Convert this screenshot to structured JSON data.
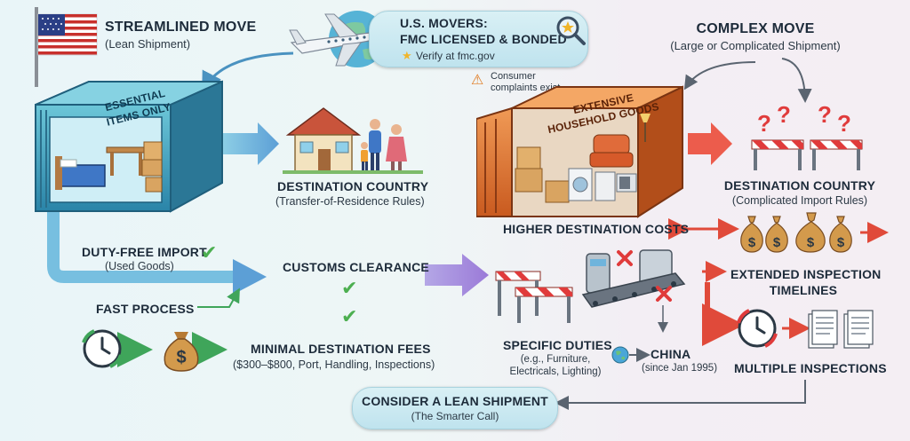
{
  "streamlined": {
    "title": "STREAMLINED MOVE",
    "subtitle": "(Lean Shipment)"
  },
  "movers": {
    "title_line1": "U.S. MOVERS:",
    "title_line2": "FMC LICENSED & BONDED",
    "verify": "Verify at fmc.gov"
  },
  "complex": {
    "title": "COMPLEX MOVE",
    "subtitle": "(Large or Complicated Shipment)"
  },
  "consumer_warning": {
    "line1": "Consumer",
    "line2": "complaints exist"
  },
  "lean_container": {
    "label_line1": "ESSENTIAL",
    "label_line2": "ITEMS ONLY"
  },
  "large_container": {
    "label_line1": "EXTENSIVE",
    "label_line2": "HOUSEHOLD GOODS"
  },
  "lean_destination": {
    "title": "DESTINATION COUNTRY",
    "subtitle": "(Transfer-of-Residence Rules)"
  },
  "complex_destination": {
    "title": "DESTINATION COUNTRY",
    "subtitle": "(Complicated Import Rules)"
  },
  "duty_free": {
    "title": "DUTY-FREE IMPORT",
    "subtitle": "(Used Goods)"
  },
  "customs": {
    "title": "CUSTOMS CLEARANCE"
  },
  "fast_process": {
    "title": "FAST PROCESS"
  },
  "minimal_fees": {
    "title": "MINIMAL DESTINATION FEES",
    "subtitle": "($300–$800, Port, Handling, Inspections)"
  },
  "higher_costs": {
    "title": "HIGHER DESTINATION COSTS"
  },
  "extended": {
    "title_line1": "EXTENDED INSPECTION",
    "title_line2": "TIMELINES"
  },
  "specific_duties": {
    "title": "SPECIFIC DUTIES",
    "subtitle_line1": "(e.g., Furniture,",
    "subtitle_line2": "Electricals, Lighting)"
  },
  "china": {
    "title": "CHINA",
    "subtitle": "(since Jan 1995)"
  },
  "multiple": {
    "title": "MULTIPLE INSPECTIONS"
  },
  "consider": {
    "title": "CONSIDER A LEAN SHIPMENT",
    "subtitle": "(The Smarter Call)"
  },
  "money_symbol": "$",
  "question_mark": "?",
  "colors": {
    "lean_blue": "#3d8fb8",
    "complex_orange": "#e0722a",
    "check_green": "#4caf50",
    "red_x": "#e03b3b",
    "money_brown": "#c68a3e"
  }
}
